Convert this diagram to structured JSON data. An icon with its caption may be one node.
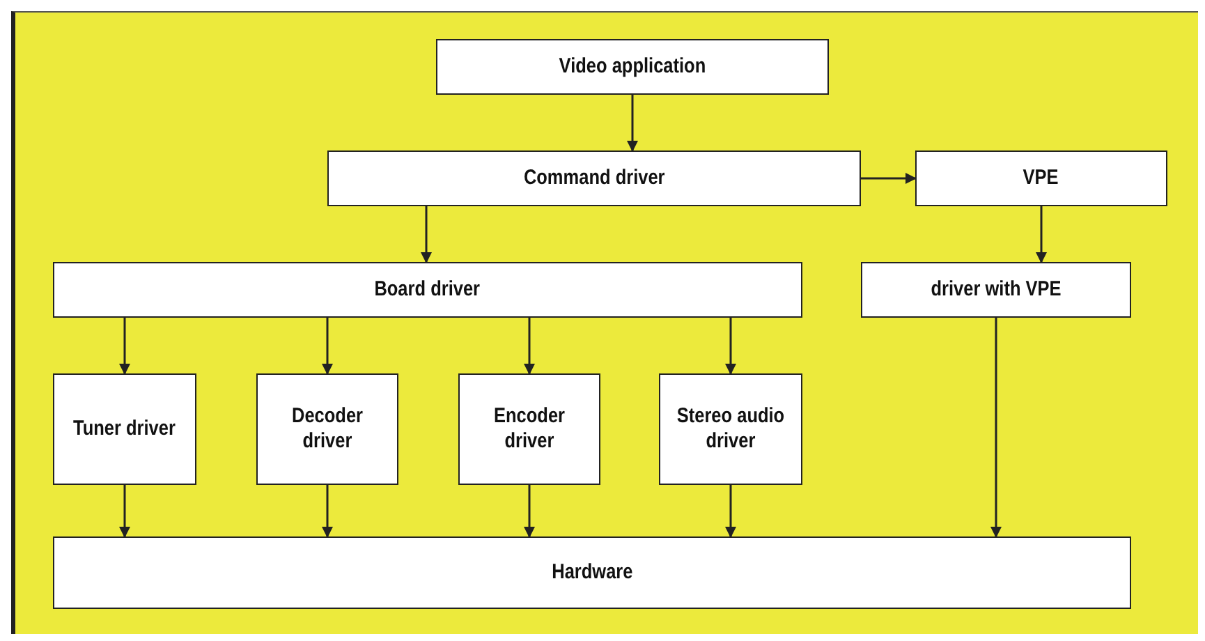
{
  "diagram": {
    "nodes": [
      {
        "text": [
          "Video application"
        ]
      },
      {
        "text": [
          "Command driver"
        ]
      },
      {
        "text": [
          "VPE"
        ]
      },
      {
        "text": [
          "Board driver"
        ]
      },
      {
        "text": [
          "driver with VPE"
        ]
      },
      {
        "text": [
          "Tuner driver"
        ]
      },
      {
        "text": [
          "Decoder driver"
        ]
      },
      {
        "text": [
          "Encoder driver"
        ]
      },
      {
        "text": [
          "Stereo audio driver"
        ]
      },
      {
        "text": [
          "Hardware"
        ]
      }
    ],
    "edges": [
      {
        "from": 0,
        "to": 1,
        "arrow": "to"
      },
      {
        "from": 1,
        "to": 2,
        "arrow": "to"
      },
      {
        "from": 2,
        "to": 4,
        "arrow": "to"
      },
      {
        "from": 1,
        "to": 3,
        "arrow": "to"
      },
      {
        "from": 3,
        "to": 5,
        "arrow": "to"
      },
      {
        "from": 3,
        "to": 6,
        "arrow": "to"
      },
      {
        "from": 3,
        "to": 7,
        "arrow": "to"
      },
      {
        "from": 3,
        "to": 8,
        "arrow": "to"
      },
      {
        "from": 5,
        "to": 9,
        "arrow": "to"
      },
      {
        "from": 6,
        "to": 9,
        "arrow": "to"
      },
      {
        "from": 7,
        "to": 9,
        "arrow": "to"
      },
      {
        "from": 8,
        "to": 9,
        "arrow": "to"
      },
      {
        "from": 4,
        "to": 9,
        "arrow": "to"
      }
    ]
  }
}
